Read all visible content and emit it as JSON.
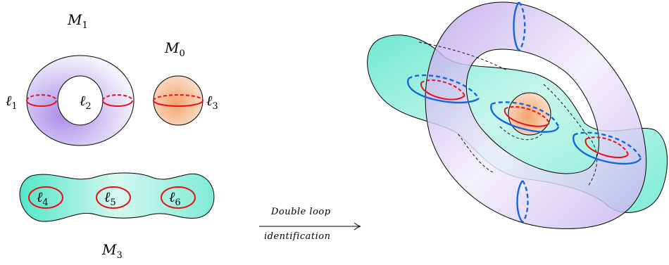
{
  "labels": {
    "m1": "M",
    "m1_sub": "1",
    "m0": "M",
    "m0_sub": "0",
    "m3": "M",
    "m3_sub": "3",
    "l1": "ℓ",
    "l1_sub": "1",
    "l2": "ℓ",
    "l2_sub": "2",
    "l3": "ℓ",
    "l3_sub": "3",
    "l4": "ℓ",
    "l4_sub": "4",
    "l5": "ℓ",
    "l5_sub": "5",
    "l6": "ℓ",
    "l6_sub": "6"
  },
  "arrow": {
    "top_text": "Double loop",
    "bottom_text": "identification"
  },
  "colors": {
    "torus_purple": "#a98be6",
    "sphere_orange": "#f2a46e",
    "surface_teal": "#52e6c9",
    "loop_red": "#e8101a",
    "loop_blue": "#1466e0"
  }
}
